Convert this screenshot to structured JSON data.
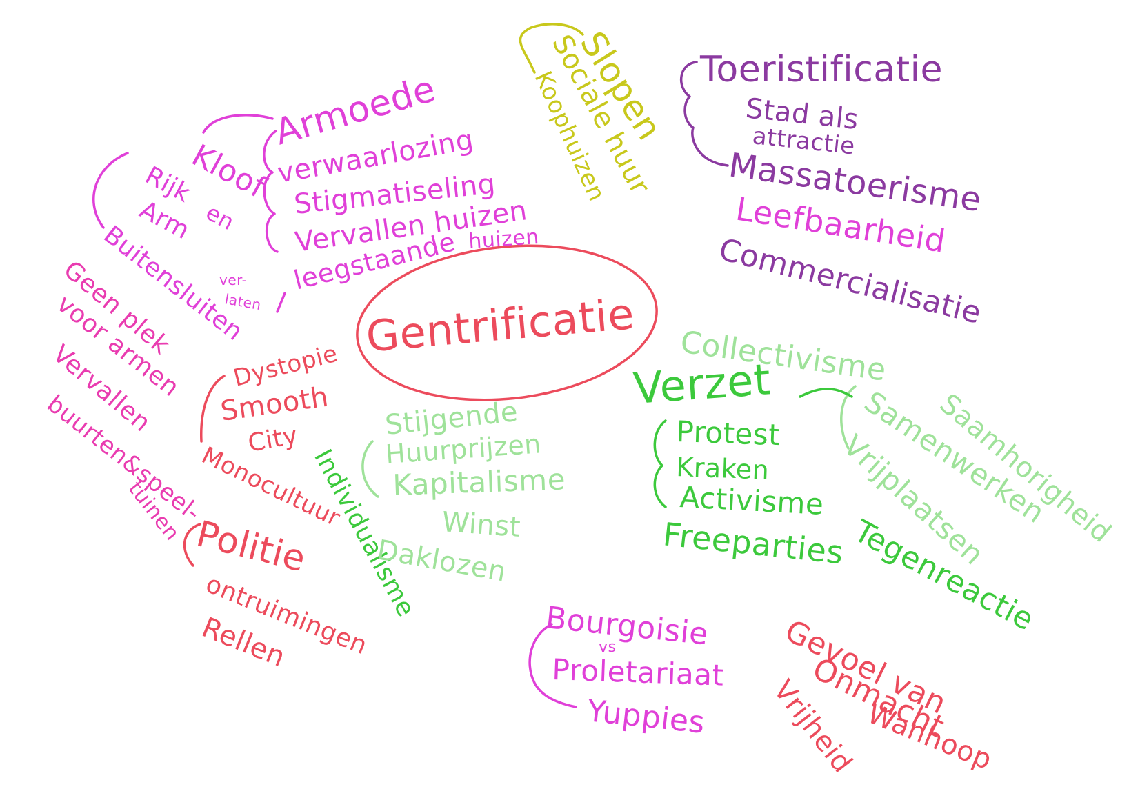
{
  "center": {
    "label": "Gentrificatie"
  },
  "words": {
    "kloof": "Kloof",
    "rijk": "Rijk",
    "en": "en",
    "arm": "Arm",
    "armoede": "Armoede",
    "verwaarlozing": "verwaarlozing",
    "stigmatiseling": "Stigmatiseling",
    "vervallen_huizen": "Vervallen huizen",
    "leegstaande": "leegstaande",
    "huizen_small": "huizen",
    "ver": "ver-",
    "laten": "laten",
    "buitensluiten": "Buitensluiten",
    "geen_plek": "Geen plek",
    "voor_armen": "voor armen",
    "vervallen": "Vervallen",
    "buurten_speel": "buurten&speel-",
    "tuinen": "tuinen",
    "slopen": "Slopen",
    "sociale_huur": "Sociale huur",
    "koophuizen": "Koophuizen",
    "toeristificatie": "Toeristificatie",
    "stad_als": "Stad als",
    "attractie": "attractie",
    "massatoerisme": "Massatoerisme",
    "leefbaarheid": "Leefbaarheid",
    "commercialisatie": "Commercialisatie",
    "dystopie": "Dystopie",
    "smooth": "Smooth",
    "city": "City",
    "monocultuur": "Monocultuur",
    "individualisme": "Individualisme",
    "politie": "Politie",
    "ontruimingen": "ontruimingen",
    "rellen": "Rellen",
    "stijgende": "Stijgende",
    "huurprijzen": "Huurprijzen",
    "kapitalisme": "Kapitalisme",
    "winst": "Winst",
    "daklozen": "Daklozen",
    "collectivisme": "Collectivisme",
    "samenwerken": "Samenwerken",
    "saamhorigheid": "Saamhorigheid",
    "vrijplaatsen": "Vrijplaatsen",
    "verzet": "Verzet",
    "protest": "Protest",
    "kraken": "Kraken",
    "activisme": "Activisme",
    "freeparties": "Freeparties",
    "tegenreactie": "Tegenreactie",
    "bourgoisie": "Bourgoisie",
    "vs": "vs",
    "proletariaat": "Proletariaat",
    "yuppies": "Yuppies",
    "gevoel_van": "Gevoel van",
    "onmacht": "Onmacht",
    "wanhoop": "Wanhoop",
    "vrijheid": "Vrijheid"
  },
  "colors": {
    "magenta": "#e040d8",
    "pink": "#e93cb0",
    "red": "#ec4b5c",
    "yellow": "#c8c81c",
    "purple": "#8b3aa0",
    "light_green": "#9fe29a",
    "green": "#3cc93c"
  }
}
